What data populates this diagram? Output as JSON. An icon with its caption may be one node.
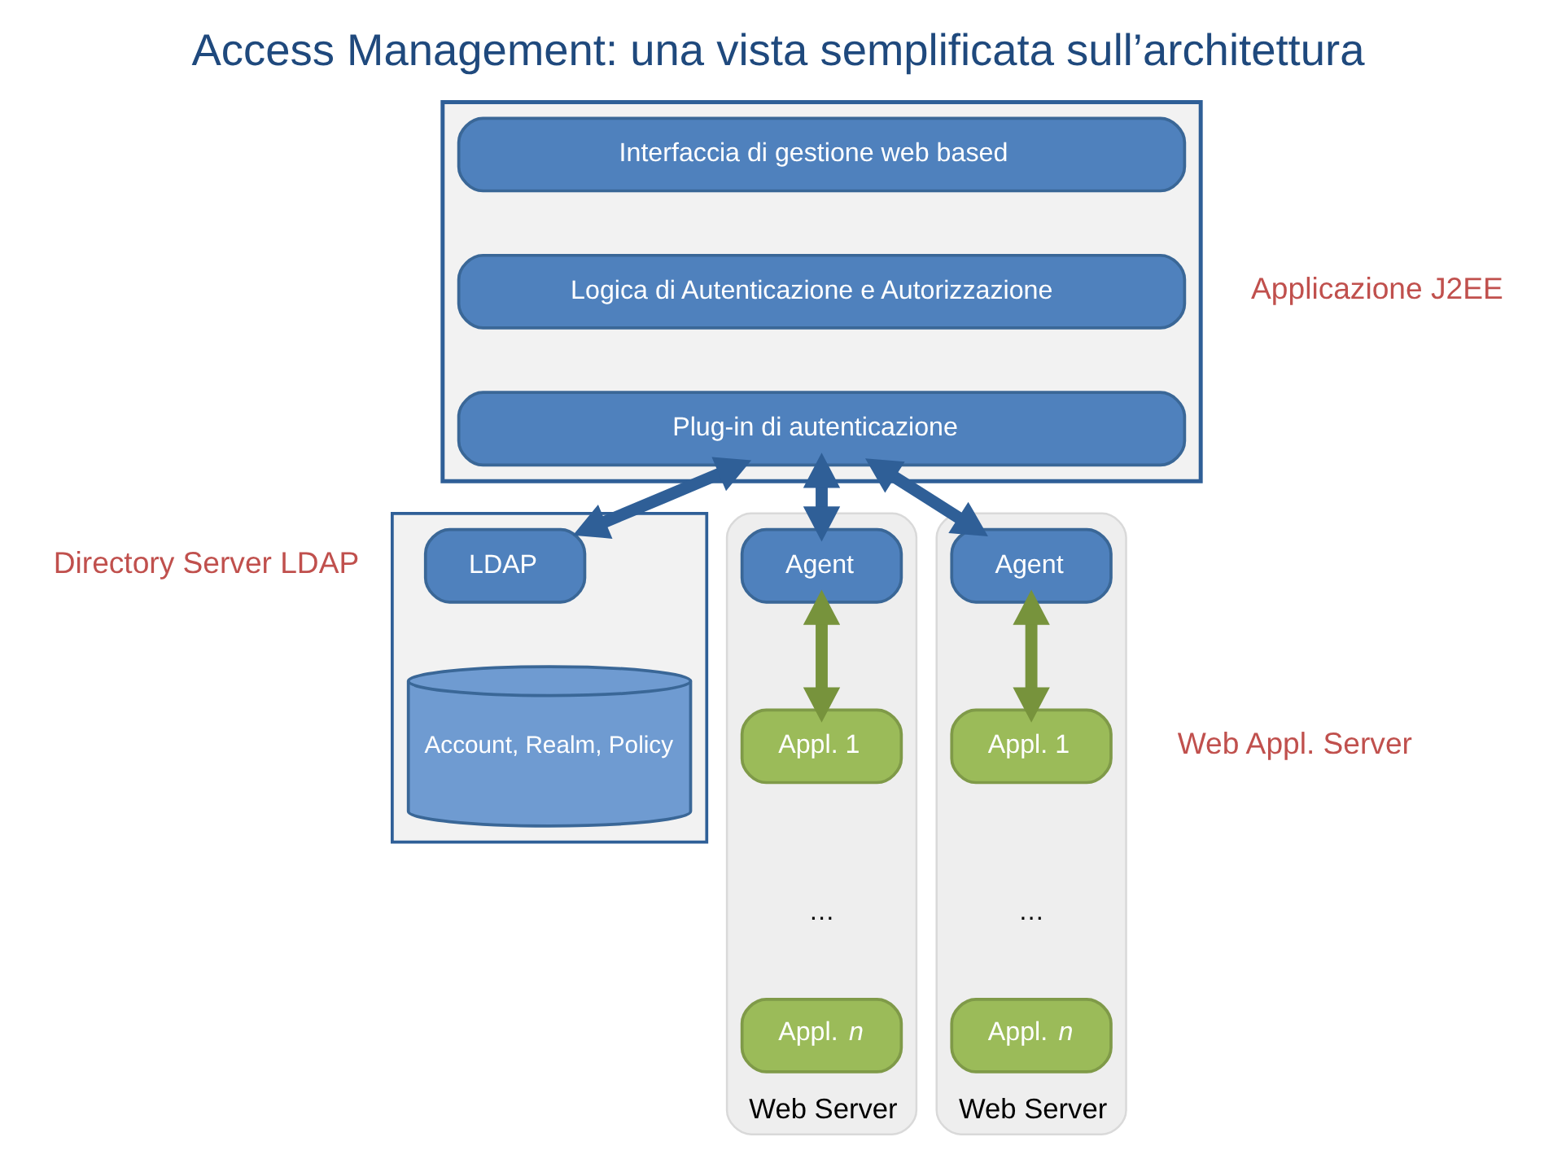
{
  "diagram": {
    "title": "Access Management: una vista semplificata sull’architettura",
    "nodes": [
      {
        "text": [],
        "shape": "box",
        "beside": [
          "Applicazione J2EE"
        ]
      },
      {
        "text": [
          "Interfaccia di gestione web based"
        ],
        "in": 0
      },
      {
        "text": [
          "Logica di Autenticazione e Autorizzazione"
        ],
        "in": 0
      },
      {
        "text": [
          "Plug-in di autenticazione"
        ],
        "in": 0
      },
      {
        "text": [],
        "shape": "box",
        "beside": [
          "Directory Server LDAP"
        ]
      },
      {
        "text": [
          "LDAP"
        ],
        "in": 4
      },
      {
        "text": [
          "Account, Realm, Policy"
        ],
        "in": 4
      },
      {
        "text": [
          "Web Server"
        ]
      },
      {
        "text": [
          "Agent"
        ],
        "in": 7
      },
      {
        "text": [
          "Appl. 1"
        ],
        "in": 7
      },
      {
        "text": [
          "Appl. *n*"
        ],
        "in": 7
      },
      {
        "text": [
          "Web Server"
        ]
      },
      {
        "text": [
          "Agent"
        ],
        "in": 11
      },
      {
        "text": [
          "Appl. 1"
        ],
        "in": 11
      },
      {
        "text": [
          "Appl. *n*"
        ],
        "in": 11
      }
    ],
    "edges": [
      {
        "from": 3,
        "to": 5,
        "arrow": "both"
      },
      {
        "from": 3,
        "to": 8,
        "arrow": "both"
      },
      {
        "from": 3,
        "to": 12,
        "arrow": "both"
      },
      {
        "from": 8,
        "to": 9,
        "arrow": "both",
        "color": "#77933c"
      },
      {
        "from": 12,
        "to": 13,
        "arrow": "both",
        "color": "#77933c"
      }
    ],
    "labels": [
      "…",
      "…",
      "Web Appl. Server"
    ]
  }
}
